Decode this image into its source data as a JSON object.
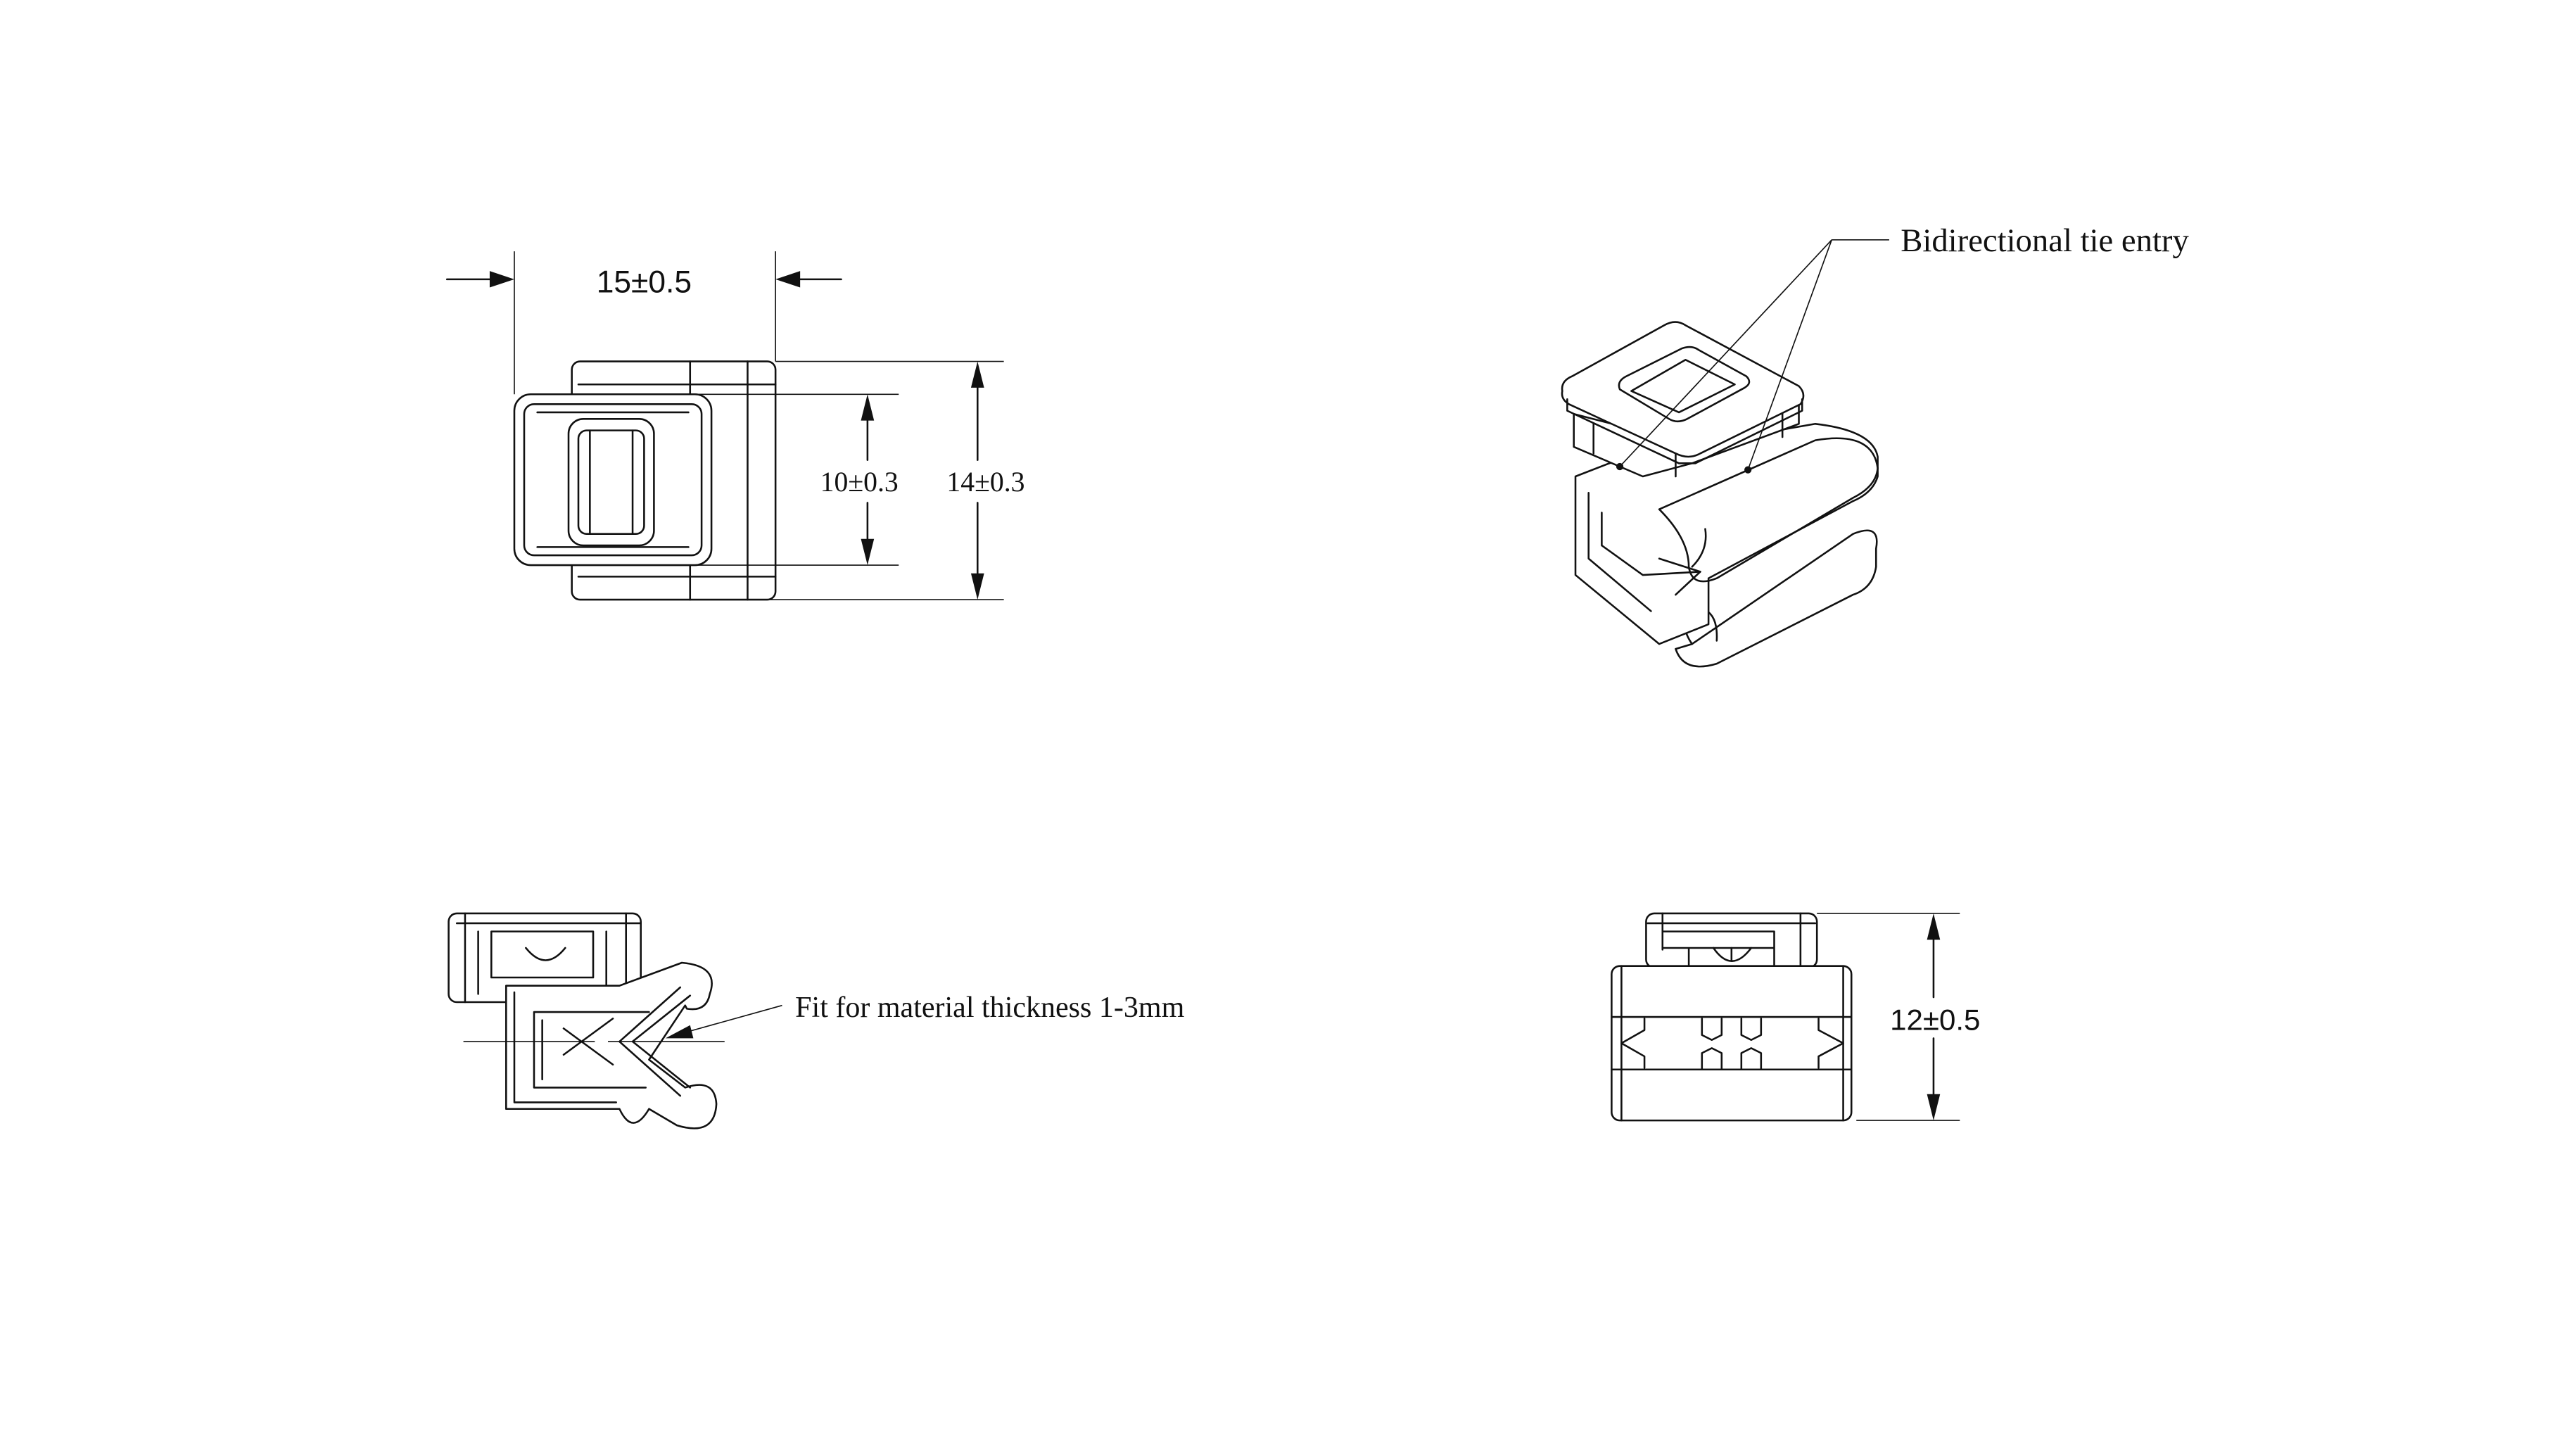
{
  "front_view": {
    "width_dim": "15±0.5",
    "inner_height_dim": "10±0.3",
    "outer_height_dim": "14±0.3"
  },
  "iso_view": {
    "callout": "Bidirectional tie entry"
  },
  "side_view": {
    "callout": "Fit for material thickness 1-3mm"
  },
  "end_view": {
    "height_dim": "12±0.5"
  }
}
